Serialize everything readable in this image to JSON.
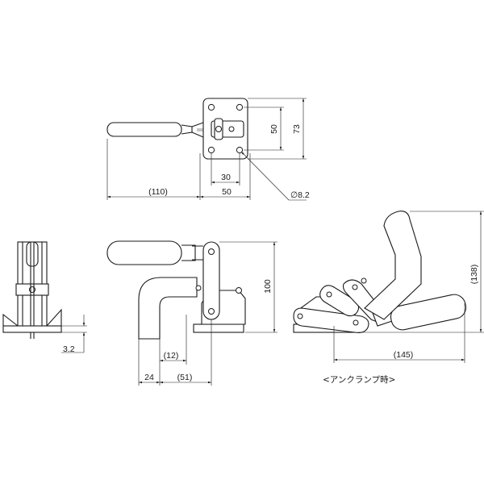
{
  "colors": {
    "line": "#1a1a1a",
    "background": "#ffffff"
  },
  "dimensions": {
    "top_handle_length": "(110)",
    "top_base_width": "50",
    "top_hole_pitch_x": "30",
    "top_hole_pitch_y": "50",
    "top_total_height": "73",
    "top_hole_diameter": "∅8.2",
    "left_base_thickness": "3.2",
    "front_height": "100",
    "front_offset_small": "(12)",
    "front_offset_24": "24",
    "front_offset_51": "(51)",
    "unclamped_length": "(145)",
    "unclamped_height": "(138)"
  },
  "captions": {
    "unclamped": "<アンクランプ時>"
  }
}
